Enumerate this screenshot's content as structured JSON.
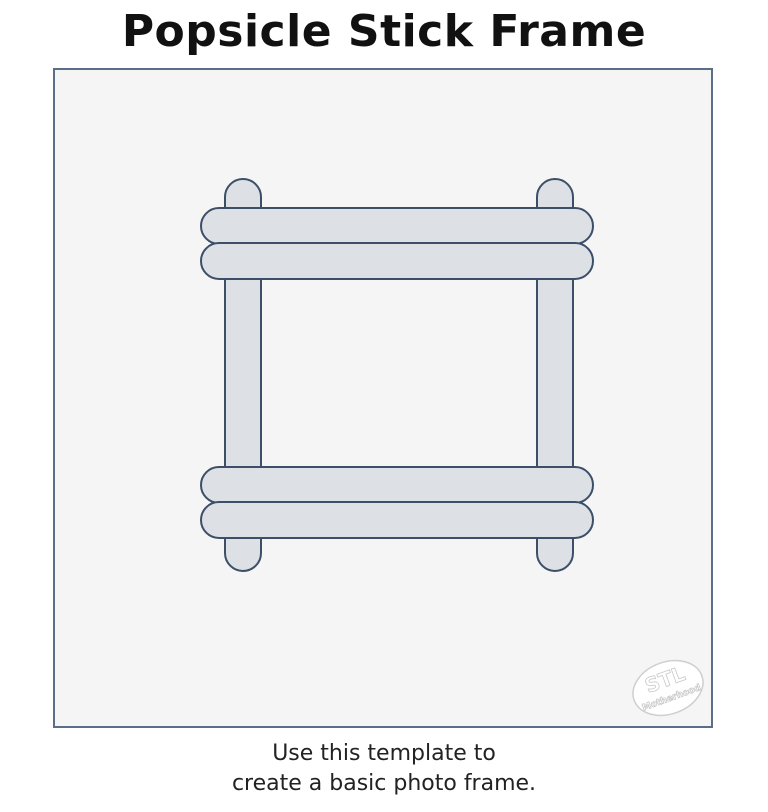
{
  "title": "Popsicle Stick Frame",
  "caption": {
    "line1": "Use this template to",
    "line2": "create a basic photo frame."
  },
  "watermark": {
    "line1": "STL",
    "line2": "Motherhood"
  },
  "colors": {
    "stick_fill": "#dde1e5",
    "stick_stroke": "#3c4e68",
    "panel_background": "#f5f5f5",
    "panel_border": "#5a6e8a"
  }
}
